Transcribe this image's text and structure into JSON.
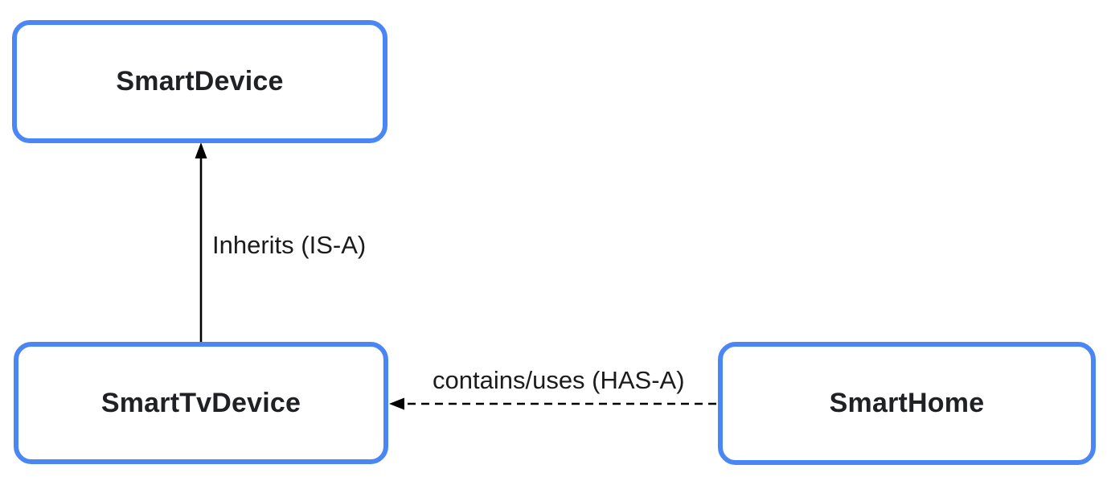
{
  "diagram": {
    "type": "class-relationship-diagram",
    "colors": {
      "node_border": "#4A86F4",
      "node_background": "#FFFFFF",
      "node_text": "#202124",
      "edge": "#000000",
      "edge_label_text": "#1B1B1B",
      "background": "#FFFFFF"
    },
    "nodes": [
      {
        "id": "smart-device",
        "label": "SmartDevice"
      },
      {
        "id": "smart-tv-device",
        "label": "SmartTvDevice"
      },
      {
        "id": "smart-home",
        "label": "SmartHome"
      }
    ],
    "edges": [
      {
        "from": "SmartTvDevice",
        "to": "SmartDevice",
        "label": "Inherits (IS-A)",
        "line_style": "solid",
        "arrowhead": "filled-triangle",
        "direction": "up"
      },
      {
        "from": "SmartHome",
        "to": "SmartTvDevice",
        "label": "contains/uses (HAS-A)",
        "line_style": "dashed",
        "arrowhead": "filled-triangle",
        "direction": "left"
      }
    ]
  }
}
